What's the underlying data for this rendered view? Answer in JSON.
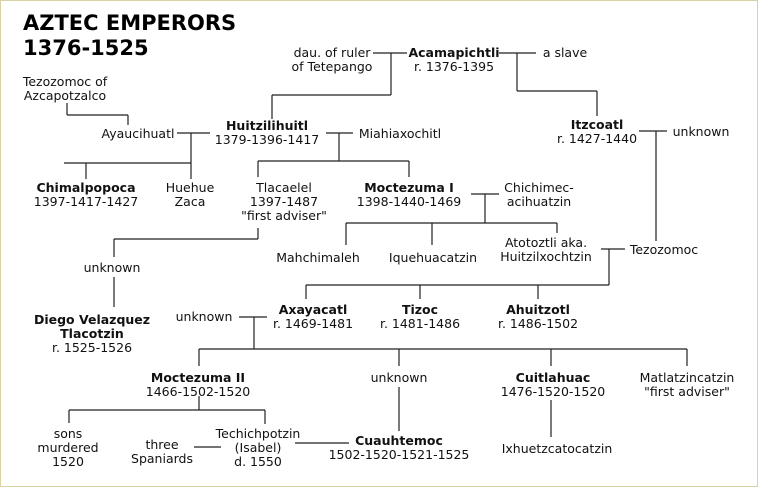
{
  "title": {
    "line1": "AZTEC EMPERORS",
    "line2": "1376-1525"
  },
  "colors": {
    "lines": "#222222",
    "border": "#d8d2a4",
    "text": "#111111"
  },
  "people": {
    "dau_ruler": {
      "name": "dau. of ruler",
      "line2": "of Tetepango"
    },
    "acamapichtli": {
      "name": "Acamapichtli",
      "dates": "r. 1376-1395"
    },
    "slave": {
      "name": "a slave"
    },
    "tezozomoc_azc": {
      "name": "Tezozomoc of",
      "line2": "Azcapotzalco"
    },
    "ayaucihuatl": {
      "name": "Ayaucihuatl"
    },
    "huitzilihuitl": {
      "name": "Huitzilihuitl",
      "dates": "1379-1396-1417"
    },
    "miahiaxochitl": {
      "name": "Miahiaxochitl"
    },
    "itzcoatl": {
      "name": "Itzcoatl",
      "dates": "r. 1427-1440"
    },
    "unknown_itz": {
      "name": "unknown"
    },
    "chimalpopoca": {
      "name": "Chimalpopoca",
      "dates": "1397-1417-1427"
    },
    "huehue_zaca": {
      "name": "Huehue",
      "line2": "Zaca"
    },
    "tlacaelel": {
      "name": "Tlacaelel",
      "dates": "1397-1487",
      "note": "\"first adviser\""
    },
    "moctezuma1": {
      "name": "Moctezuma I",
      "dates": "1398-1440-1469"
    },
    "chichimec": {
      "name": "Chichimec-",
      "line2": "acihuatzin"
    },
    "unknown_tla": {
      "name": "unknown"
    },
    "mahchimaleh": {
      "name": "Mahchimaleh"
    },
    "iquehuacatzin": {
      "name": "Iquehuacatzin"
    },
    "atotoztli": {
      "name": "Atotoztli aka.",
      "line2": "Huitzilxochtzin"
    },
    "tezozomoc": {
      "name": "Tezozomoc"
    },
    "diego": {
      "name": "Diego Velazquez",
      "line2": "Tlacotzin",
      "dates": "r. 1525-1526"
    },
    "unknown_axa": {
      "name": "unknown"
    },
    "axayacatl": {
      "name": "Axayacatl",
      "dates": "r. 1469-1481"
    },
    "tizoc": {
      "name": "Tizoc",
      "dates": "r. 1481-1486"
    },
    "ahuitzotl": {
      "name": "Ahuitzotl",
      "dates": "r. 1486-1502"
    },
    "moctezuma2": {
      "name": "Moctezuma II",
      "dates": "1466-1502-1520"
    },
    "unknown_cua": {
      "name": "unknown"
    },
    "cuitlahuac": {
      "name": "Cuitlahuac",
      "dates": "1476-1520-1520"
    },
    "matlatzincatzin": {
      "name": "Matlatzincatzin",
      "note": "\"first adviser\""
    },
    "sons": {
      "name": "sons",
      "line2": "murdered",
      "line3": "1520"
    },
    "three_spaniards": {
      "name": "three",
      "line2": "Spaniards"
    },
    "techichpotzin": {
      "name": "Techichpotzin",
      "line2": "(Isabel)",
      "dates": "d. 1550"
    },
    "cuauhtemoc": {
      "name": "Cuauhtemoc",
      "dates": "1502-1520-1521-1525"
    },
    "ixhuetz": {
      "name": "Ixhuetzcatocatzin"
    }
  }
}
